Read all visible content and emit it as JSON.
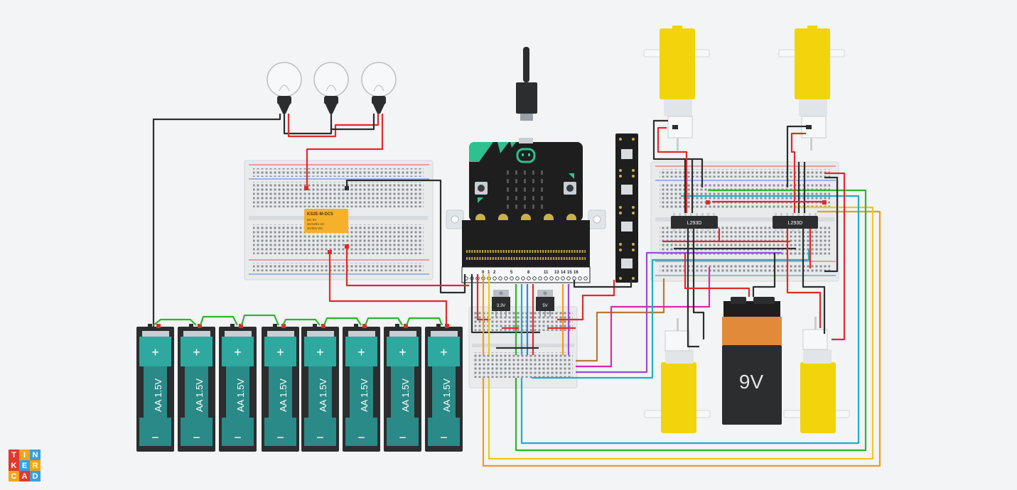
{
  "app": {
    "logo_letters": [
      "T",
      "I",
      "N",
      "K",
      "E",
      "R",
      "C",
      "A",
      "D"
    ],
    "logo_colors": [
      "#e2382e",
      "#f6a31b",
      "#3aa0d6",
      "#e2382e",
      "#3aa0d6",
      "#f6a31b",
      "#f6a31b",
      "#e2382e",
      "#3aa0d6"
    ]
  },
  "components": {
    "relay_label_1": "KS2E-M-DC5",
    "relay_label_2": "DC 5V",
    "relay_label_3": "3A/125V AC",
    "relay_label_4": "3A/30V DC",
    "driver_left": "L293D",
    "driver_right": "L293D",
    "regulator_left": "3.3V",
    "regulator_right": "5V",
    "battery_9v": "9V",
    "aa_label": "AA 1.5V",
    "aa_plus": "+",
    "aa_minus": "−",
    "aa_count": 8,
    "microbit_pins": [
      "0",
      "1",
      "2",
      "5",
      "8",
      "11",
      "13",
      "14",
      "15",
      "16"
    ]
  }
}
